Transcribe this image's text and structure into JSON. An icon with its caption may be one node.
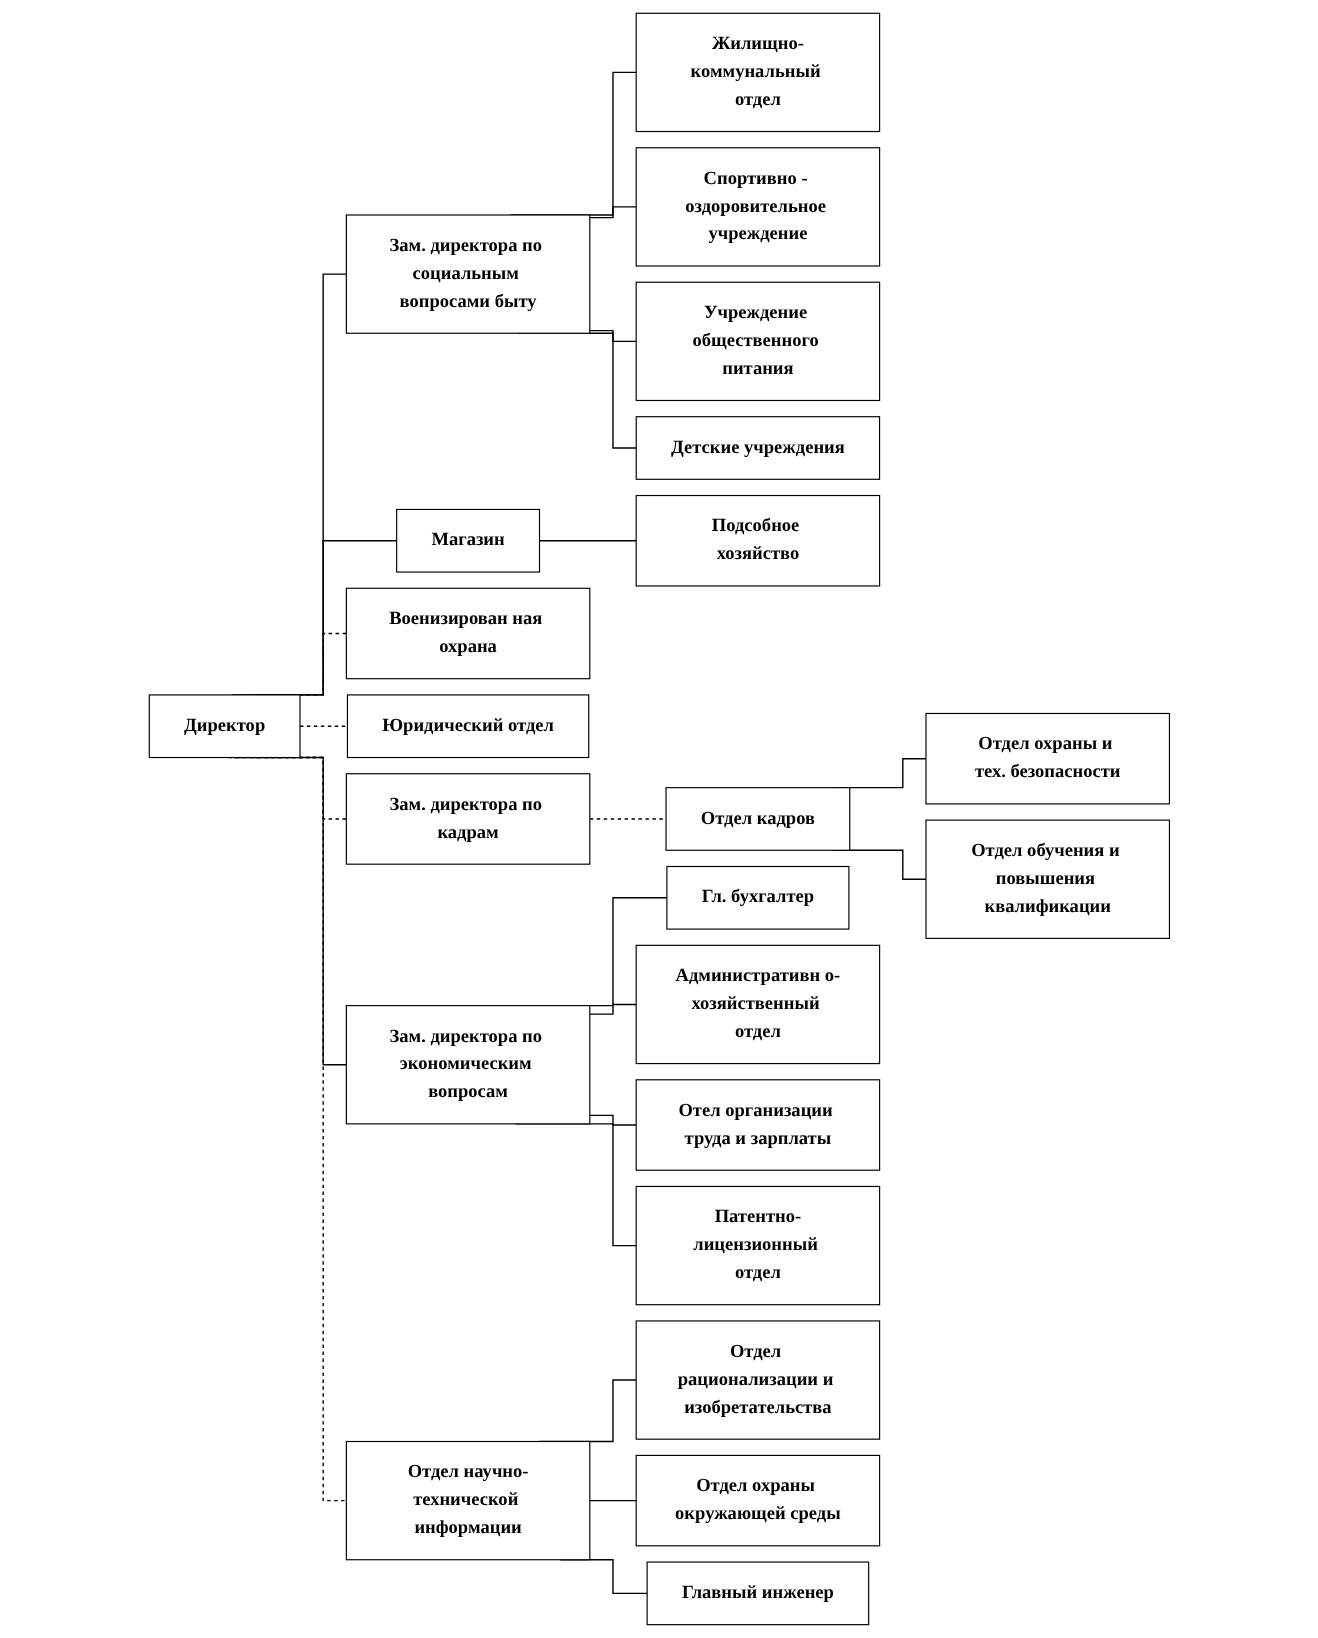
{
  "diagram": {
    "nodes": [
      {
        "text": [
          "Директор"
        ]
      },
      {
        "text": [
          "Зам. директора по социальным вопросами быту"
        ]
      },
      {
        "text": [
          "Жилищно-коммунальный отдел"
        ]
      },
      {
        "text": [
          "Спортивно - оздоровительное учреждение"
        ]
      },
      {
        "text": [
          "Учреждение общественного питания"
        ]
      },
      {
        "text": [
          "Детские учреждения"
        ]
      },
      {
        "text": [
          "Магазин"
        ]
      },
      {
        "text": [
          "Подсобное хозяйство"
        ]
      },
      {
        "text": [
          "Военизирован ная охрана"
        ]
      },
      {
        "text": [
          "Юридический отдел"
        ]
      },
      {
        "text": [
          "Зам. директора по кадрам"
        ]
      },
      {
        "text": [
          "Отдел кадров"
        ]
      },
      {
        "text": [
          "Отдел охраны и тех. безопасности"
        ]
      },
      {
        "text": [
          "Отдел обучения и повышения квалификации"
        ]
      },
      {
        "text": [
          "Зам. директора по экономическим вопросам"
        ]
      },
      {
        "text": [
          "Гл. бухгалтер"
        ]
      },
      {
        "text": [
          "Административн о-хозяйственный отдел"
        ]
      },
      {
        "text": [
          "Отел организации труда и зарплаты"
        ]
      },
      {
        "text": [
          "Патентно-лицензионный отдел"
        ]
      },
      {
        "text": [
          "Отдел научно-технической информации"
        ]
      },
      {
        "text": [
          "Отдел рационализации и изобретательства"
        ]
      },
      {
        "text": [
          "Отдел охраны окружающей среды"
        ]
      },
      {
        "text": [
          "Главный инженер"
        ]
      }
    ],
    "edges": [
      {
        "from": 0,
        "to": 1,
        "arrow": "none"
      },
      {
        "from": 0,
        "to": 6,
        "arrow": "none"
      },
      {
        "from": 0,
        "to": 10,
        "arrow": "none",
        "style": "dashed"
      },
      {
        "from": 0,
        "to": 14,
        "arrow": "none"
      },
      {
        "from": 0,
        "to": 8,
        "arrow": "none",
        "style": "dashed"
      },
      {
        "from": 0,
        "to": 9,
        "arrow": "none",
        "style": "dashed"
      },
      {
        "from": 0,
        "to": 19,
        "arrow": "none",
        "style": "dashed"
      },
      {
        "from": 1,
        "to": 2,
        "arrow": "none"
      },
      {
        "from": 1,
        "to": 3,
        "arrow": "none"
      },
      {
        "from": 1,
        "to": 4,
        "arrow": "none"
      },
      {
        "from": 1,
        "to": 5,
        "arrow": "none"
      },
      {
        "from": 6,
        "to": 7,
        "arrow": "none"
      },
      {
        "from": 10,
        "to": 11,
        "arrow": "none",
        "style": "dashed"
      },
      {
        "from": 11,
        "to": 12,
        "arrow": "none"
      },
      {
        "from": 11,
        "to": 13,
        "arrow": "none"
      },
      {
        "from": 14,
        "to": 15,
        "arrow": "none"
      },
      {
        "from": 14,
        "to": 16,
        "arrow": "none"
      },
      {
        "from": 14,
        "to": 17,
        "arrow": "none"
      },
      {
        "from": 14,
        "to": 18,
        "arrow": "none"
      },
      {
        "from": 19,
        "to": 20,
        "arrow": "none"
      },
      {
        "from": 19,
        "to": 21,
        "arrow": "none"
      },
      {
        "from": 19,
        "to": 22,
        "arrow": "none"
      }
    ]
  }
}
